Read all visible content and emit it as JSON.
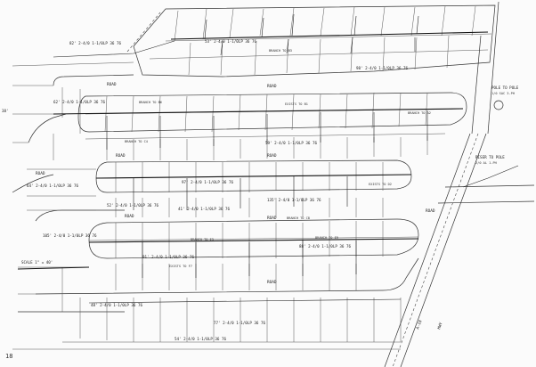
{
  "sheet": {
    "page_number": "18"
  },
  "roads": {
    "road_label": "ROAD",
    "highway_a": "A-10",
    "highway_b": "HWY"
  },
  "legend": {
    "pole_a": "POLE TO POLE",
    "pole_a_sub": "1/0 SAC 3-PH",
    "pole_b": "RISER TO POLE",
    "pole_b_sub": "2/0 AL 1-PH",
    "scale_note": "SCALE 1\" = 40'",
    "edge_note_left": "38'"
  },
  "cable_callouts": [
    "53' 2-4/0 1-1/0LP 36 76",
    "82' 2-4/0 1-1/0LP 36 76",
    "98' 2-4/0 1-1/0LP 36 76",
    "62' 2-4/0 1-1/0LP 36 76",
    "59' 2-4/0 1-1/0LP 36 76",
    "64' 2-4/0 1-1/0LP 36 76",
    "97' 2-4/0 1-1/0LP 36 76",
    "135' 2-4/0 1-1/0LP 36 76",
    "52' 2-4/0 1-1/0LP 36 76",
    "41' 2-4/0 1-1/0LP 36 76",
    "105' 2-4/0 1-1/0LP 36 76",
    "88' 2-4/0 1-1/0LP 36 76",
    "91' 2-4/0 1-1/0LP 36 76",
    "48' 2-4/0 1-1/0LP 36 76",
    "77' 2-4/0 1-1/0LP 36 76",
    "54' 2-4/0 1-1/0LP 36 76"
  ],
  "unit_callouts": [
    "BRANCH TO B3",
    "BRANCH TO B6",
    "EXISTS TO B1",
    "BRANCH TO A2",
    "BRANCH TO C4",
    "EXISTS TO D2",
    "BRANCH TO C8",
    "BRANCH TO E3",
    "EXISTS TO F7",
    "BRANCH TO E9"
  ]
}
